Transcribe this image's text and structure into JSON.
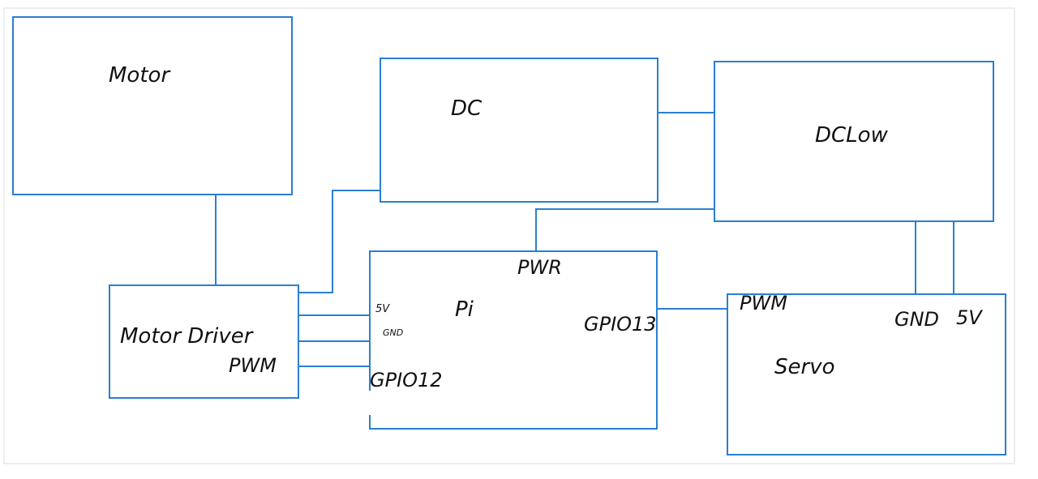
{
  "blocks": {
    "motor": "Motor",
    "dc": "DC",
    "dclow": "DCLow",
    "motor_driver": "Motor Driver",
    "pi": "Pi",
    "servo": "Servo"
  },
  "pins": {
    "motor_driver_pwm": "PWM",
    "pi_pwr": "PWR",
    "pi_5v": "5V",
    "pi_gnd": "GND",
    "pi_gpio13": "GPIO13",
    "pi_gpio12": "GPIO12",
    "servo_pwm": "PWM",
    "servo_gnd": "GND",
    "servo_5v": "5V"
  },
  "colors": {
    "line": "#2a7fd0",
    "text": "#111111",
    "frame": "#dcdcdc"
  }
}
